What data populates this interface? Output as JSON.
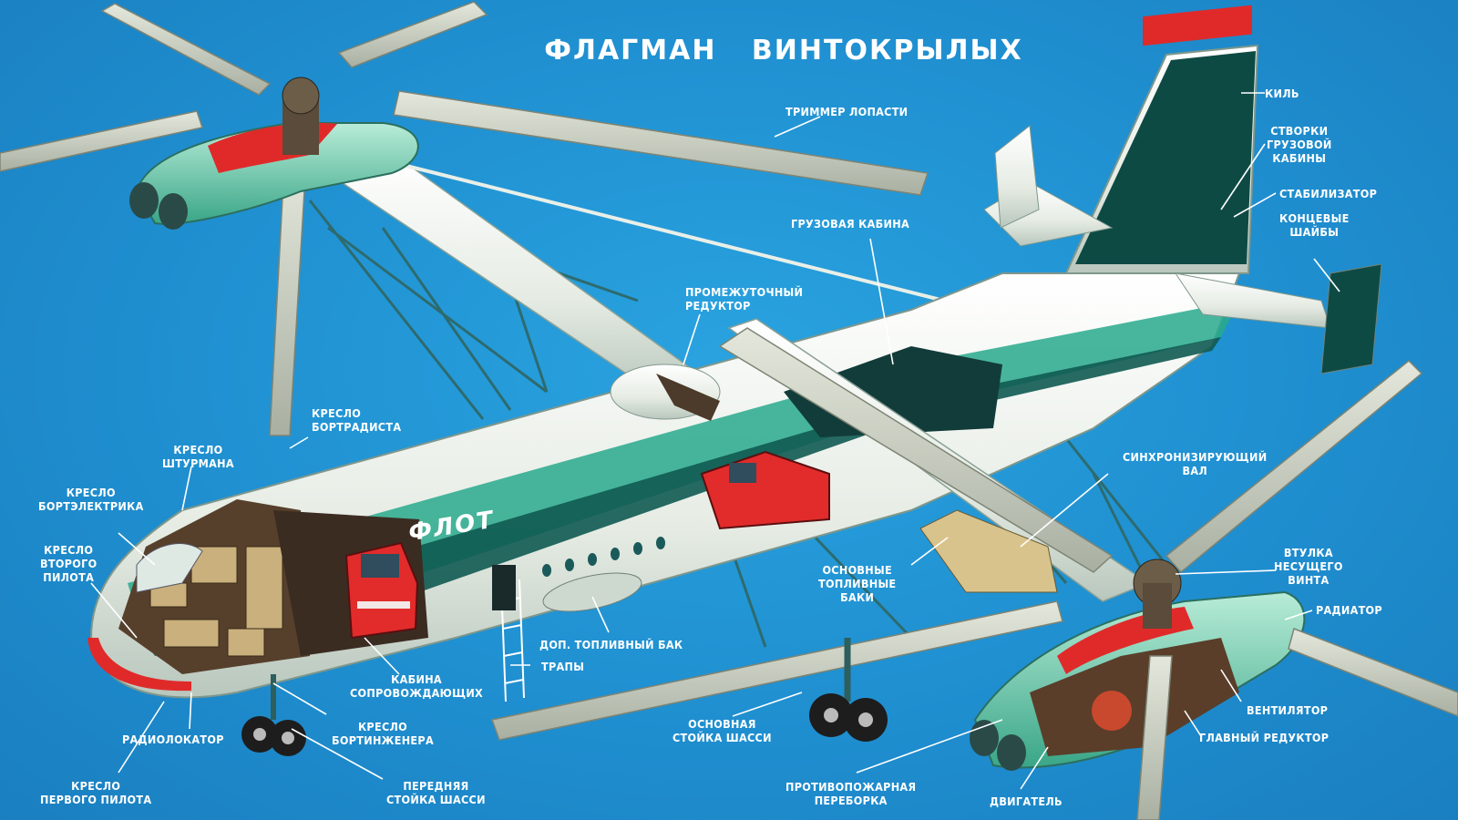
{
  "title": "ФЛАГМАН   ВИНТОКРЫЛЫХ",
  "fuselage_inscription": "ФЛОТ",
  "labels": {
    "trimmer": "ТРИММЕР ЛОПАСТИ",
    "kil": "КИЛЬ",
    "stvorki": "СТВОРКИ\nГРУЗОВОЙ\nКАБИНЫ",
    "stabilizator": "СТАБИЛИЗАТОР",
    "koncevye": "КОНЦЕВЫЕ\nШАЙБЫ",
    "gruzovaya": "ГРУЗОВАЯ КАБИНА",
    "promezhutochny": "ПРОМЕЖУТОЧНЫЙ\nРЕДУКТОР",
    "bortradist": "КРЕСЛО\nБОРТРАДИСТА",
    "shturman": "КРЕСЛО\nШТУРМАНА",
    "bortelektrik": "КРЕСЛО\nБОРТЭЛЕКТРИКА",
    "vtoroy_pilot": "КРЕСЛО\nВТОРОГО\nПИЛОТА",
    "sinhro": "СИНХРОНИЗИРУЮЩИЙ\nВАЛ",
    "vtulka": "ВТУЛКА\nНЕСУЩЕГО\nВИНТА",
    "radiator": "РАДИАТОР",
    "toplivnye": "ОСНОВНЫЕ\nТОПЛИВНЫЕ\nБАКИ",
    "dop_bak": "ДОП. ТОПЛИВНЫЙ БАК",
    "trapy": "ТРАПЫ",
    "soprov": "КАБИНА\nСОПРОВОЖДАЮЩИХ",
    "ventilyator": "ВЕНТИЛЯТОР",
    "glavny_reduktor": "ГЛАВНЫЙ РЕДУКТОР",
    "radiolokator": "РАДИОЛОКАТОР",
    "bortinzhener": "КРЕСЛО\nБОРТИНЖЕНЕРА",
    "osnovnaya_stoyka": "ОСНОВНАЯ\nСТОЙКА ШАССИ",
    "pervy_pilot": "КРЕСЛО\nПЕРВОГО ПИЛОТА",
    "perednyaya_stoyka": "ПЕРЕДНЯЯ\nСТОЙКА ШАССИ",
    "protivopozh": "ПРОТИВОПОЖАРНАЯ\nПЕРЕБОРКА",
    "dvigatel": "ДВИГАТЕЛЬ"
  },
  "colors": {
    "background": "#1f8fd0",
    "fuselage": "#eef3ee",
    "stripe": "#1fa58a",
    "accent_red": "#e02a2a",
    "tail_dark": "#0e4a44",
    "rotor_blade": "#c9cfc0"
  }
}
